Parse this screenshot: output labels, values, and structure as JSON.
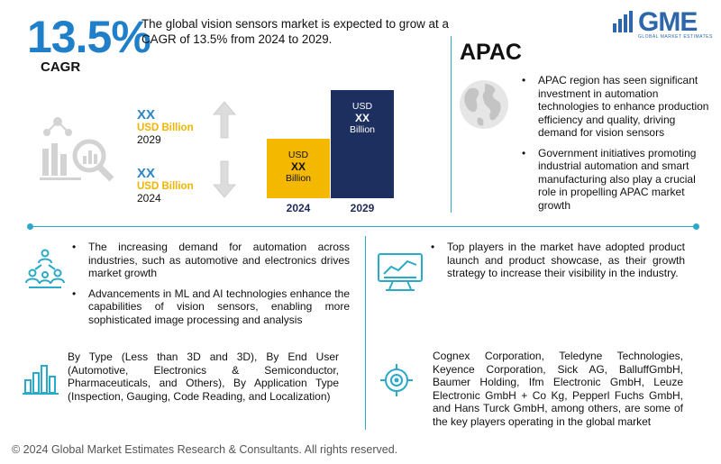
{
  "header": {
    "cagr_value": "13.5%",
    "cagr_label": "CAGR",
    "intro_text": "The global vision sensors market is expected to grow at a CAGR of 13.5% from 2024 to 2029."
  },
  "logo": {
    "text": "GME",
    "subtext": "GLOBAL MARKET ESTIMATES",
    "colors": {
      "primary": "#2e67a9"
    }
  },
  "market_size": {
    "value_2029": "XX",
    "unit_2029": "USD Billion",
    "year_2029": "2029",
    "value_2024": "XX",
    "unit_2024": "USD Billion",
    "year_2024": "2024"
  },
  "chart_data": {
    "type": "bar",
    "categories": [
      "2024",
      "2029"
    ],
    "bars": [
      {
        "category": "2024",
        "line1": "USD",
        "line2": "XX",
        "line3": "Billion",
        "color": "#f5b800"
      },
      {
        "category": "2029",
        "line1": "USD",
        "line2": "XX",
        "line3": "Billion",
        "color": "#1d2f5e"
      }
    ],
    "relative_heights": [
      0.55,
      1.0
    ]
  },
  "region": {
    "name": "APAC",
    "bullets": [
      "APAC region has seen significant investment in automation technologies to enhance production efficiency and quality, driving demand for vision sensors",
      "Government initiatives promoting industrial automation and smart manufacturing also play a crucial role in propelling APAC market growth"
    ]
  },
  "drivers": {
    "bullets": [
      "The increasing demand for automation across industries, such as automotive and electronics drives market growth",
      "Advancements in ML and AI technologies enhance the capabilities of vision sensors, enabling more sophisticated image processing and analysis"
    ]
  },
  "strategy": {
    "bullets": [
      "Top players in the market have adopted product launch and product showcase, as their growth strategy to increase their visibility in the industry."
    ]
  },
  "segments": {
    "text": "By Type (Less than 3D and 3D), By End User (Automotive, Electronics & Semiconductor, Pharmaceuticals, and Others), By Application Type (Inspection, Gauging, Code Reading, and Localization)"
  },
  "key_players": {
    "text": "Cognex Corporation, Teledyne Technologies, Keyence Corporation, Sick AG, BalluffGmbH, Baumer Holding, Ifm Electronic GmbH, Leuze Electronic GmbH + Co Kg, Pepperl Fuchs GmbH, and Hans Turck GmbH, among others, are some of the key players operating in the global market"
  },
  "footer": {
    "text": "© 2024 Global Market Estimates Research & Consultants. All rights reserved."
  },
  "icons": [
    "analytics-icon",
    "arrow-up-icon",
    "arrow-down-icon",
    "globe-icon",
    "network-people-icon",
    "monitor-chart-icon",
    "bar-chart-icon",
    "target-icon"
  ]
}
